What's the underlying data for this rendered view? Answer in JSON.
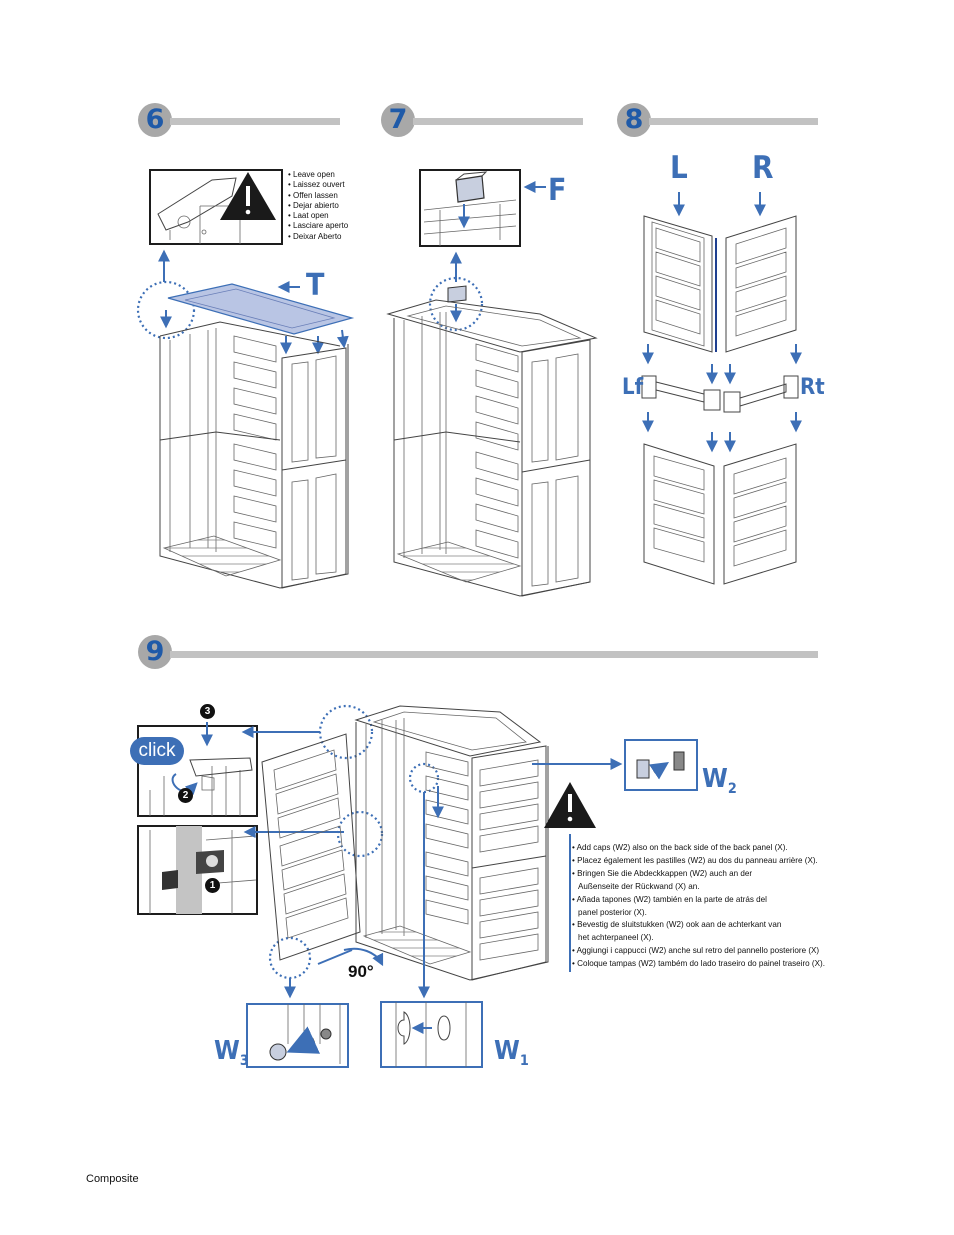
{
  "steps": [
    {
      "number": "6"
    },
    {
      "number": "7"
    },
    {
      "number": "8"
    },
    {
      "number": "9"
    }
  ],
  "step6": {
    "part_label": "T",
    "warning_languages": [
      "Leave open",
      "Laissez ouvert",
      "Offen lassen",
      "Dejar abierto",
      "Laat open",
      "Lasciare aperto",
      "Deixar Aberto"
    ]
  },
  "step7": {
    "part_label": "F"
  },
  "step8": {
    "labels": {
      "left": "L",
      "right": "R",
      "left_front": "Lf",
      "right_front": "Rt"
    }
  },
  "step9": {
    "click_label": "click",
    "callout_numbers": {
      "top": "3",
      "middle": "2",
      "bottom": "1"
    },
    "angle_label": "90°",
    "part_w1": {
      "letter": "W",
      "sub": "1"
    },
    "part_w2": {
      "letter": "W",
      "sub": "2"
    },
    "part_w3": {
      "letter": "W",
      "sub": "3"
    },
    "caps_notes": [
      "Add caps (W2) also on the back side of the back panel (X).",
      "Placez également les pastilles (W2) au dos du panneau arrière (X).",
      "Bringen Sie die Abdeckkappen (W2) auch an der|Außenseite der Rückwand (X) an.",
      "Añada tapones (W2) también en la parte de atrás del|panel posterior (X).",
      "Bevestig de sluitstukken (W2) ook aan de achterkant van|het achterpaneel (X).",
      "Aggiungi i cappucci (W2) anche sul retro del pannello posteriore (X)",
      "Coloque tampas (W2) também do lado traseiro do painel  traseiro (X)."
    ]
  },
  "footer": {
    "text": "Composite"
  },
  "colors": {
    "accent": "#3d6fb6",
    "badge": "#a8a8a8",
    "bar": "#c2c2c2",
    "roof": "#b9c5e4"
  }
}
